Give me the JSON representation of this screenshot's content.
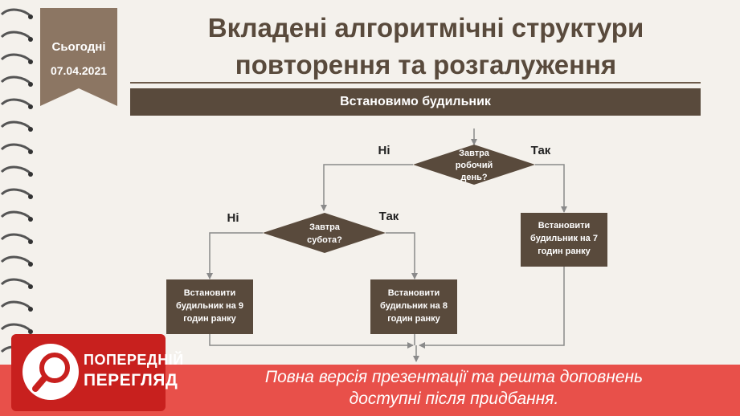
{
  "date_tag": {
    "today_label": "Сьогодні",
    "date": "07.04.2021"
  },
  "title": {
    "line1": "Вкладені алгоритмічні структури",
    "line2": "повторення та розгалуження"
  },
  "banner": "Встановимо будильник",
  "flowchart": {
    "decision_workday": [
      "Завтра",
      "робочий",
      "день?"
    ],
    "decision_saturday": [
      "Завтра",
      "субота?"
    ],
    "yes_label": "Так",
    "no_label": "Ні",
    "action_7h": [
      "Встановити",
      "будильник на 7",
      "годин ранку"
    ],
    "action_8h": [
      "Встановити",
      "будильник на 8",
      "годин ранку"
    ],
    "action_9h": [
      "Встановити",
      "будильник на 9",
      "годин ранку"
    ]
  },
  "colors": {
    "node_fill": "#594a3c",
    "node_text": "#ffffff",
    "line": "#8a8a8a",
    "accent_red": "#c8201e",
    "strip_red": "#e8504a"
  },
  "preview": {
    "line1": "ПОПЕРЕДНІЙ",
    "line2": "ПЕРЕГЛЯД",
    "icon": "magnifier-icon"
  },
  "bottom_notice": {
    "line1": "Повна версія презентації та решта доповнень",
    "line2": "доступні після придбання."
  }
}
